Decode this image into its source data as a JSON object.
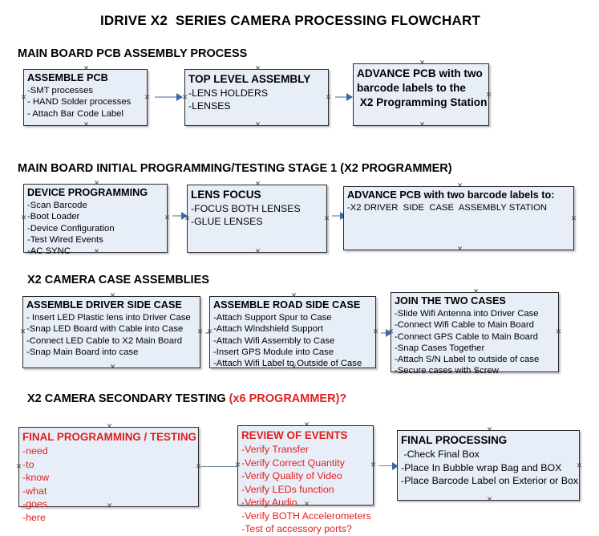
{
  "title": "IDRIVE X2  SERIES CAMERA PROCESSING FLOWCHART",
  "sections": [
    {
      "id": "pcb-assembly",
      "heading": "MAIN BOARD PCB ASSEMBLY PROCESS"
    },
    {
      "id": "initial-programming",
      "heading": "MAIN BOARD INITIAL PROGRAMMING/TESTING STAGE 1 (X2 PROGRAMMER)"
    },
    {
      "id": "case-assemblies",
      "heading": "X2 CAMERA CASE ASSEMBLIES"
    },
    {
      "id": "secondary-testing",
      "heading": "X2 CAMERA SECONDARY TESTING ",
      "accent": "(x6 PROGRAMMER)?",
      "accent_color": "#e02020"
    }
  ],
  "nodes": [
    {
      "id": "assemble-pcb",
      "header": "ASSEMBLE PCB",
      "items": [
        "-SMT processes",
        "- HAND Solder processes",
        "- Attach Bar Code Label"
      ]
    },
    {
      "id": "top-level-assembly",
      "header": "TOP LEVEL ASSEMBLY",
      "items": [
        "-LENS HOLDERS",
        "-LENSES"
      ]
    },
    {
      "id": "advance-pcb-programming-station",
      "header": "ADVANCE PCB with two",
      "items": [
        "barcode labels to the",
        " X2 Programming Station"
      ]
    },
    {
      "id": "device-programming",
      "header": "DEVICE PROGRAMMING",
      "items": [
        "-Scan Barcode",
        "-Boot Loader",
        "-Device Configuration",
        "-Test Wired Events",
        "-AC SYNC"
      ]
    },
    {
      "id": "lens-focus",
      "header": "LENS FOCUS",
      "items": [
        "-FOCUS BOTH LENSES",
        "-GLUE LENSES"
      ]
    },
    {
      "id": "advance-pcb-driver-side",
      "header": "ADVANCE PCB with two barcode labels to:",
      "items": [
        "-X2 DRIVER  SIDE  CASE  ASSEMBLY STATION"
      ]
    },
    {
      "id": "assemble-driver-side-case",
      "header": "ASSEMBLE DRIVER SIDE CASE",
      "items": [
        "- Insert LED Plastic lens into Driver Case",
        "-Snap LED Board with Cable into Case",
        "-Connect LED Cable to X2 Main Board",
        "-Snap Main Board into case"
      ]
    },
    {
      "id": "assemble-road-side-case",
      "header": "ASSEMBLE ROAD SIDE CASE",
      "items": [
        "-Attach Support Spur to Case",
        "-Attach Windshield Support",
        "-Attach Wifi Assembly to Case",
        "-Insert GPS Module into Case",
        "-Attach Wifi Label to Outside of Case"
      ]
    },
    {
      "id": "join-the-two-cases",
      "header": "JOIN THE TWO CASES",
      "items": [
        "-Slide Wifi Antenna into Driver Case",
        "-Connect Wifi Cable to Main Board",
        "-Connect GPS Cable to Main Board",
        "-Snap Cases Together",
        "-Attach S/N Label to outside of case",
        "-Secure cases with Screw"
      ]
    },
    {
      "id": "final-programming-testing",
      "header": "FINAL PROGRAMMING / TESTING",
      "items": [
        "-need",
        "-to",
        "-know",
        "-what",
        "-goes",
        "-here"
      ],
      "text_color": "#e02020"
    },
    {
      "id": "review-of-events",
      "header": "REVIEW OF EVENTS",
      "items": [
        "-Verify Transfer",
        "-Verify Correct Quantity",
        "-Verify Quality of Video",
        "-Verify LEDs function",
        "-Verify Audio",
        "-Verify BOTH Accelerometers",
        "-Test of accessory ports?"
      ],
      "text_color": "#e02020"
    },
    {
      "id": "final-processing",
      "header": "FINAL PROCESSING",
      "items": [
        " -Check Final Box",
        "-Place In Bubble wrap Bag and BOX",
        "-Place Barcode Label on Exterior or Box"
      ]
    }
  ],
  "theme": {
    "node_fill": "#e8eef7",
    "node_border": "#2b2b2b",
    "connector": "#9fb4cc",
    "arrow": "#3c6aa8",
    "accent": "#e02020"
  }
}
